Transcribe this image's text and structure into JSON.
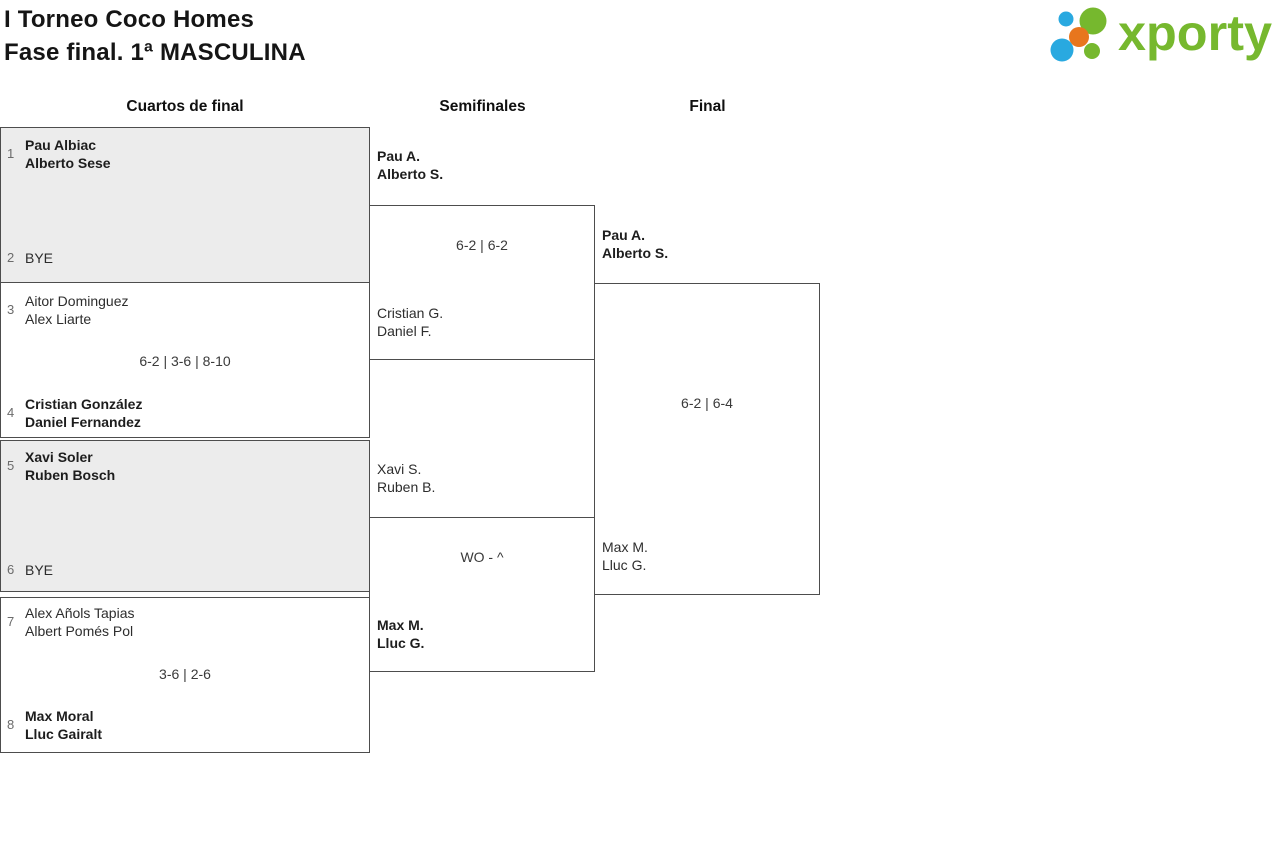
{
  "header": {
    "title_line1": "I Torneo Coco Homes",
    "title_line2": "Fase final. 1ª MASCULINA"
  },
  "logo": {
    "brand": "xporty",
    "colors": {
      "green": "#76b82e",
      "blue": "#29a9e0",
      "orange": "#e8761d"
    }
  },
  "round_headers": [
    "Cuartos de final",
    "Semifinales",
    "Final"
  ],
  "bracket": {
    "quarterfinals": [
      {
        "seed1": "1",
        "team1": [
          "Pau Albiac",
          "Alberto Sese"
        ],
        "seed2": "2",
        "team2": [
          "BYE"
        ],
        "score": ""
      },
      {
        "seed1": "3",
        "team1": [
          "Aitor Dominguez",
          "Alex Liarte"
        ],
        "seed2": "4",
        "team2": [
          "Cristian González",
          "Daniel Fernandez"
        ],
        "score": "6-2 | 3-6 | 8-10"
      },
      {
        "seed1": "5",
        "team1": [
          "Xavi Soler",
          "Ruben Bosch"
        ],
        "seed2": "6",
        "team2": [
          "BYE"
        ],
        "score": ""
      },
      {
        "seed1": "7",
        "team1": [
          "Alex Añols Tapias",
          "Albert Pomés Pol"
        ],
        "seed2": "8",
        "team2": [
          "Max Moral",
          "Lluc Gairalt"
        ],
        "score": "3-6 | 2-6"
      }
    ],
    "semifinals": [
      {
        "team1": [
          "Pau A.",
          "Alberto S."
        ],
        "score": "6-2 | 6-2",
        "team2": [
          "Cristian G.",
          "Daniel F."
        ]
      },
      {
        "team1": [
          "Xavi S.",
          "Ruben B."
        ],
        "score": "WO - ^",
        "team2": [
          "Max M.",
          "Lluc G."
        ]
      }
    ],
    "final": {
      "team1": [
        "Pau A.",
        "Alberto S."
      ],
      "score": "6-2 | 6-4",
      "team2": [
        "Max M.",
        "Lluc G."
      ]
    }
  }
}
